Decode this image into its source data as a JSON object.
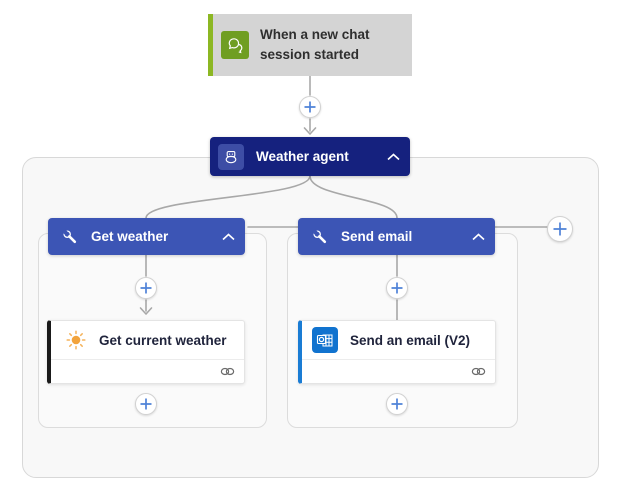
{
  "app": {
    "view": "agent-flow-designer"
  },
  "trigger": {
    "title_line1": "When a new chat",
    "title_line2": "session started",
    "icon": "chat-bubbles-icon",
    "bg": "#d4d4d4",
    "accent_color": "#8cb723",
    "icon_bg": "#6f9e22"
  },
  "agent": {
    "label": "Weather agent",
    "icon": "robot-icon",
    "bg": "#15217e",
    "icon_bg": "#3d4da5",
    "collapse_icon": "chevron-up-icon"
  },
  "branches": [
    {
      "label": "Get weather",
      "icon": "wrench-icon",
      "header_bg": "#3c55b5",
      "collapse_icon": "chevron-up-icon",
      "action": {
        "label": "Get current weather",
        "icon": "sun-icon",
        "accent_color": "#1a1a1a",
        "status_icon": "link-icon"
      }
    },
    {
      "label": "Send email",
      "icon": "wrench-icon",
      "header_bg": "#3c55b5",
      "collapse_icon": "chevron-up-icon",
      "action": {
        "label": "Send an email (V2)",
        "icon": "outlook-icon",
        "accent_color": "#1a7cd4",
        "status_icon": "link-icon"
      }
    }
  ],
  "connectors": {
    "line_color": "#a8a8a8",
    "plus_color": "#4f82d8"
  }
}
